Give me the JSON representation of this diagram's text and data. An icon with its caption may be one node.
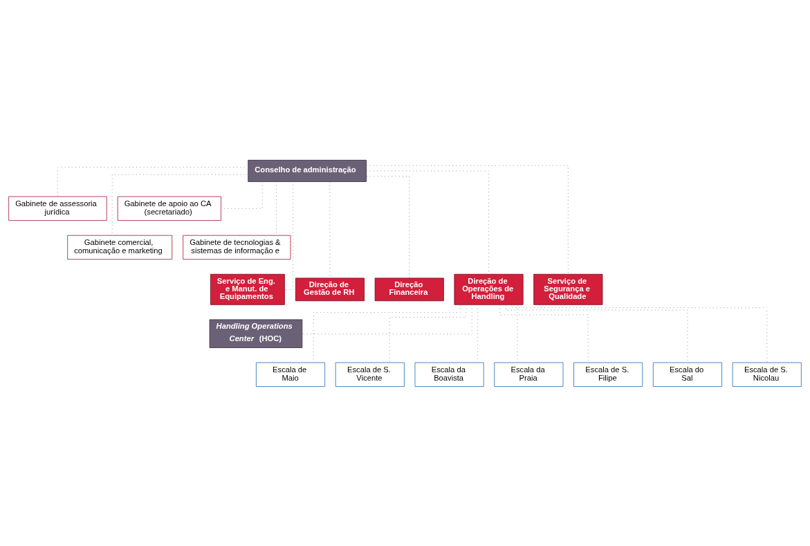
{
  "diagram": {
    "nodes": [
      {
        "text": [
          "Conselho de administração"
        ]
      },
      {
        "text": [
          "Gabinete de assessoria jurídica"
        ]
      },
      {
        "text": [
          "Gabinete de apoio ao CA (secretariado)"
        ]
      },
      {
        "text": [
          "Gabinete comercial, comunicação e marketing"
        ]
      },
      {
        "text": [
          "Gabinete de tecnologias & sistemas de informação e"
        ]
      },
      {
        "text": [
          "Serviço de Eng. e Manut. de Equipamentos"
        ]
      },
      {
        "text": [
          "Direção de Gestão de RH"
        ]
      },
      {
        "text": [
          "Direção Financeira"
        ]
      },
      {
        "text": [
          "Direção de Operações de Handling"
        ]
      },
      {
        "text": [
          "Serviço de Segurança e Qualidade"
        ]
      },
      {
        "text": [
          "*Handling Operations Center* (HOC)"
        ]
      },
      {
        "text": [
          "Escala de Maio"
        ]
      },
      {
        "text": [
          "Escala de S. Vicente"
        ]
      },
      {
        "text": [
          "Escala da Boavista"
        ]
      },
      {
        "text": [
          "Escala da Praia"
        ]
      },
      {
        "text": [
          "Escala de S. Filipe"
        ]
      },
      {
        "text": [
          "Escala do Sal"
        ]
      },
      {
        "text": [
          "Escala de S. Nicolau"
        ]
      }
    ],
    "edges": [
      {
        "from": 0,
        "to": 1,
        "arrow": "none"
      },
      {
        "from": 0,
        "to": 2,
        "arrow": "none"
      },
      {
        "from": 0,
        "to": 3,
        "arrow": "none"
      },
      {
        "from": 0,
        "to": 4,
        "arrow": "none"
      },
      {
        "from": 0,
        "to": 5,
        "arrow": "none"
      },
      {
        "from": 0,
        "to": 6,
        "arrow": "none"
      },
      {
        "from": 0,
        "to": 7,
        "arrow": "none"
      },
      {
        "from": 0,
        "to": 8,
        "arrow": "none"
      },
      {
        "from": 0,
        "to": 9,
        "arrow": "none"
      },
      {
        "from": 8,
        "to": 10,
        "arrow": "none"
      },
      {
        "from": 8,
        "to": 11,
        "arrow": "none"
      },
      {
        "from": 8,
        "to": 12,
        "arrow": "none"
      },
      {
        "from": 8,
        "to": 13,
        "arrow": "none"
      },
      {
        "from": 8,
        "to": 14,
        "arrow": "none"
      },
      {
        "from": 8,
        "to": 15,
        "arrow": "none"
      },
      {
        "from": 8,
        "to": 16,
        "arrow": "none"
      },
      {
        "from": 8,
        "to": 17,
        "arrow": "none"
      }
    ]
  }
}
